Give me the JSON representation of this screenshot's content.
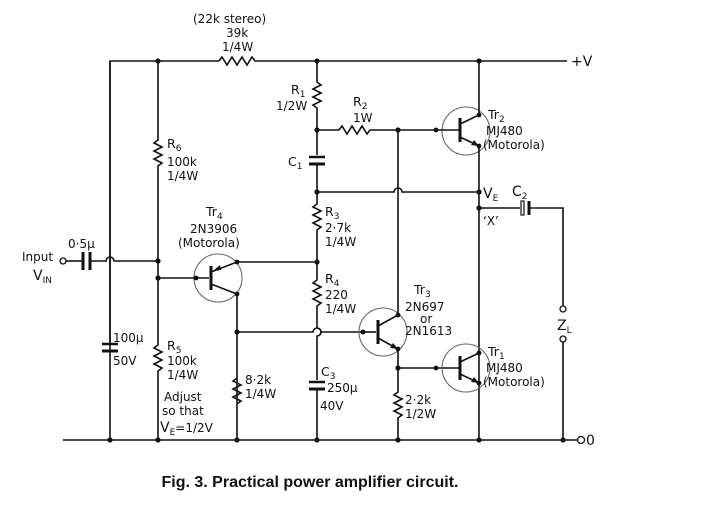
{
  "caption": "Fig. 3. Practical power amplifier circuit.",
  "supply": {
    "positive": "+V",
    "ground": "0"
  },
  "input": {
    "label": "Input",
    "symbol": "V",
    "subscript": "IN",
    "coupling_cap": "0·5μ"
  },
  "feedback_resistor": {
    "note": "(22k stereo)",
    "value": "39k",
    "power": "1/4W"
  },
  "R1": {
    "name": "R",
    "sub": "1",
    "power": "1/2W"
  },
  "R2": {
    "name": "R",
    "sub": "2",
    "power": "1W"
  },
  "C1": {
    "name": "C",
    "sub": "1"
  },
  "R3": {
    "name": "R",
    "sub": "3",
    "value": "2·7k",
    "power": "1/4W"
  },
  "R4": {
    "name": "R",
    "sub": "4",
    "value": "220",
    "power": "1/4W"
  },
  "R5": {
    "name": "R",
    "sub": "5",
    "value": "100k",
    "power": "1/4W"
  },
  "R6": {
    "name": "R",
    "sub": "6",
    "value": "100k",
    "power": "1/4W"
  },
  "C_bias": {
    "value": "100μ",
    "voltage": "50V"
  },
  "C3": {
    "name": "C",
    "sub": "3",
    "value": "250μ",
    "voltage": "40V"
  },
  "R_8k2": {
    "value": "8·2k",
    "power": "1/4W"
  },
  "R_2k2": {
    "value": "2·2k",
    "power": "1/2W"
  },
  "adjust_note": {
    "line1": "Adjust",
    "line2": "so that",
    "line3_symbol": "V",
    "line3_sub": "E",
    "line3_rest": "=1/2V"
  },
  "Tr1": {
    "name": "Tr",
    "sub": "1",
    "part": "MJ480",
    "maker": "(Motorola)"
  },
  "Tr2": {
    "name": "Tr",
    "sub": "2",
    "part": "MJ480",
    "maker": "(Motorola)"
  },
  "Tr3": {
    "name": "Tr",
    "sub": "3",
    "part": "2N697",
    "alt_word": "or",
    "alt_part": "2N1613"
  },
  "Tr4": {
    "name": "Tr",
    "sub": "4",
    "part": "2N3906",
    "maker": "(Motorola)"
  },
  "VE": {
    "symbol": "V",
    "sub": "E"
  },
  "C2": {
    "name": "C",
    "sub": "2"
  },
  "node_x": "‘X’",
  "load": {
    "symbol": "Z",
    "sub": "L"
  }
}
